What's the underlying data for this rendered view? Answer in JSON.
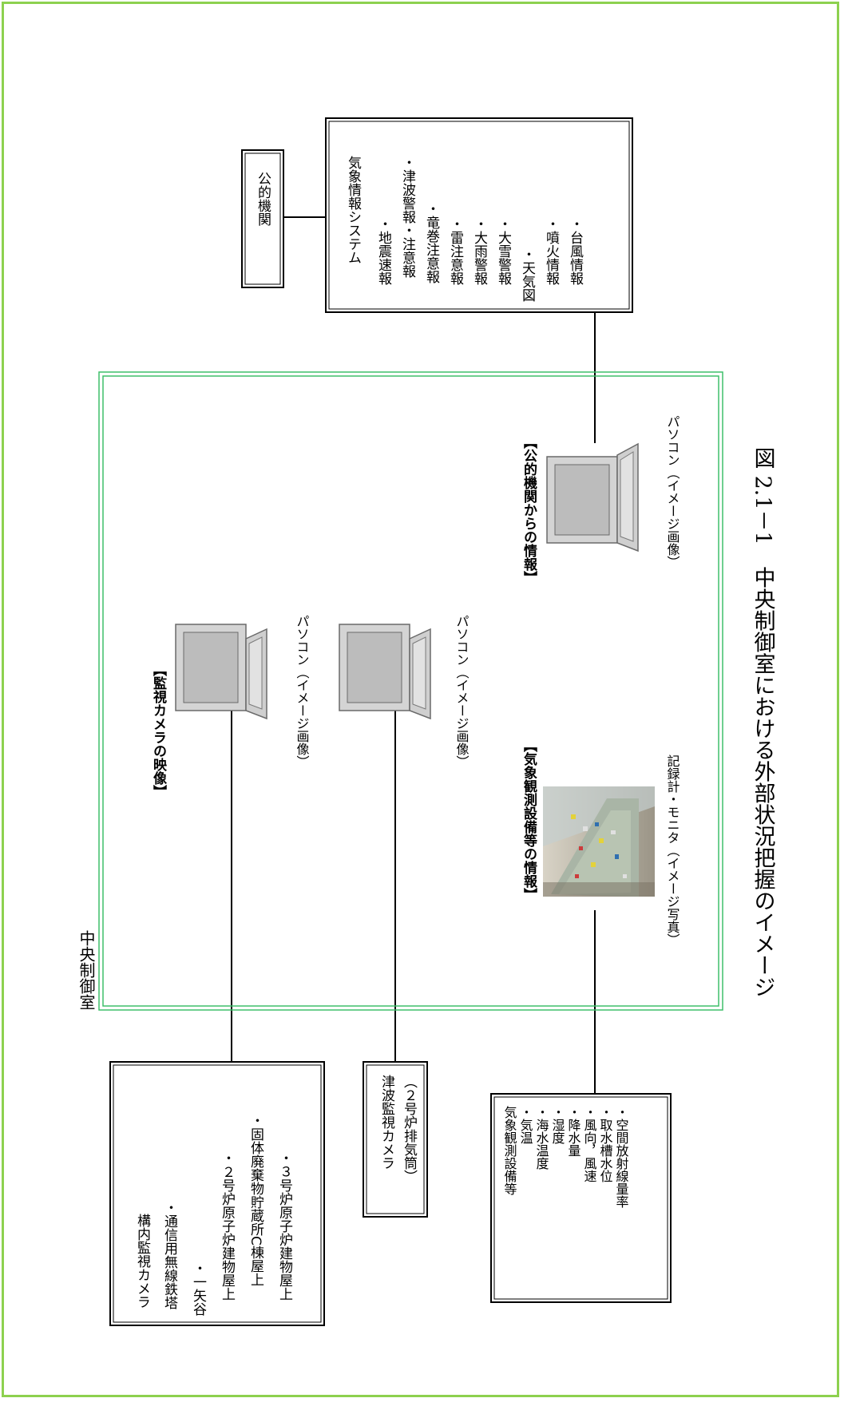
{
  "caption": "図 2.1－1　中央制御室における外部状況把握のイメージ",
  "room": {
    "label": "中央制御室"
  },
  "public_agency": {
    "label": "公的機関"
  },
  "weather_system": {
    "title": "気象情報システム",
    "items": [
      "・地震速報",
      "・津波警報・注意報",
      "・竜巻注意報",
      "・雷注意報",
      "・大雨警報",
      "・大雪警報",
      "・天気図",
      "・噴火情報",
      "・台風情報"
    ]
  },
  "yard_cameras": {
    "title": "構内監視カメラ",
    "items": [
      "・通信用無線鉄塔",
      "・一矢谷",
      "・２号炉原子炉建物屋上",
      "・固体廃棄物貯蔵所C棟屋上",
      "・３号炉原子炉建物屋上"
    ]
  },
  "tsunami_camera": {
    "title": "津波監視カメラ",
    "subtitle": "（２号炉排気筒）"
  },
  "weather_equipment": {
    "title": "気象観測設備等",
    "items": [
      "・気温",
      "・海水温度",
      "・湿度",
      "・降水量",
      "・風向，風速",
      "・取水槽水位",
      "・空間放射線量率"
    ]
  },
  "monitors": {
    "camera": {
      "heading": "【監視カメラの映像】",
      "caption": "パソコン（イメージ画像）"
    },
    "tsunami": {
      "caption": "パソコン（イメージ画像）"
    },
    "public": {
      "heading": "【公的機関からの情報】",
      "caption": "パソコン（イメージ画像）"
    },
    "weather": {
      "heading": "【気象観測設備等の情報】",
      "caption": "記録計・モニタ（イメージ写真）"
    }
  }
}
